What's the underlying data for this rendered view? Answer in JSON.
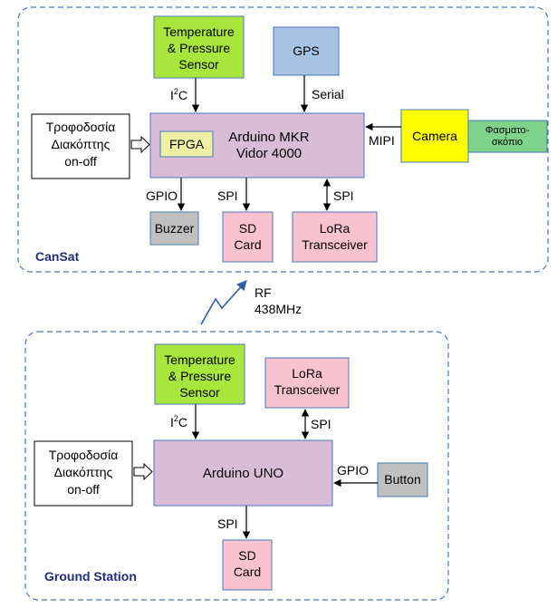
{
  "colors": {
    "sensor": "#a8e63b",
    "gps": "#a6c2e4",
    "board": "#d8bcd8",
    "fpga": "#eef0a6",
    "camera": "#ffff00",
    "spectrometer": "#80d38a",
    "buzzer": "#c0c0c0",
    "sd": "#f8c2d0",
    "lora": "#f8c2d0",
    "button": "#c0c0c0",
    "border": "#4a78b8",
    "dashed": "#4a78b8",
    "section_text": "#1f2f7a"
  },
  "cansat": {
    "section_label": "CanSat",
    "sensor_lines": [
      "Temperature",
      "& Pressure",
      "Sensor"
    ],
    "gps": "GPS",
    "switch_lines": [
      "Τροφοδοσία",
      "Διακόπτης",
      "on-off"
    ],
    "fpga": "FPGA",
    "board_lines": [
      "Arduino MKR",
      "Vidor 4000"
    ],
    "camera": "Camera",
    "spectrometer_lines": [
      "Φασματο-",
      "σκόπιο"
    ],
    "buzzer": "Buzzer",
    "sd_lines": [
      "SD",
      "Card"
    ],
    "lora_lines": [
      "LoRa",
      "Transceiver"
    ],
    "label_i2c": "I",
    "label_i2c_sup": "2",
    "label_i2c_tail": "C",
    "label_serial": "Serial",
    "label_mipi": "MIPI",
    "label_gpio": "GPIO",
    "label_spi_sd": "SPI",
    "label_spi_lora": "SPI"
  },
  "rf": {
    "lines": [
      "RF",
      "438MHz"
    ]
  },
  "ground": {
    "section_label": "Ground Station",
    "sensor_lines": [
      "Temperature",
      "& Pressure",
      "Sensor"
    ],
    "lora_lines": [
      "LoRa",
      "Transceiver"
    ],
    "switch_lines": [
      "Τροφοδοσία",
      "Διακόπτης",
      "on-off"
    ],
    "board": "Arduino UNO",
    "button": "Button",
    "sd_lines": [
      "SD",
      "Card"
    ],
    "label_i2c": "I",
    "label_i2c_sup": "2",
    "label_i2c_tail": "C",
    "label_spi_lora": "SPI",
    "label_gpio": "GPIO",
    "label_spi_sd": "SPI"
  }
}
